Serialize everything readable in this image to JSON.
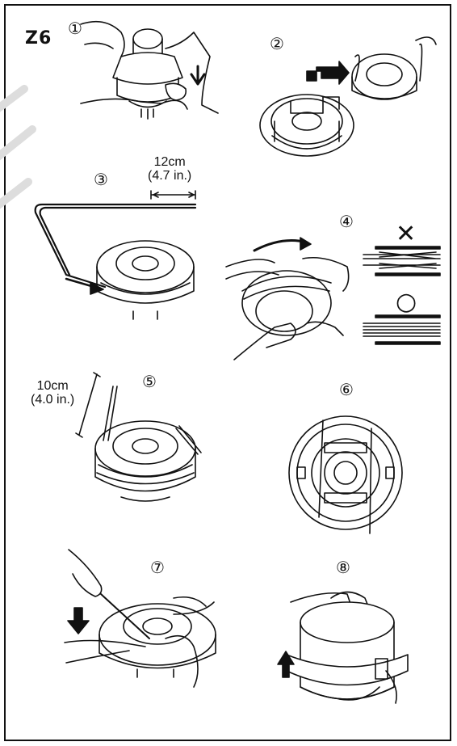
{
  "section_label": "Z6",
  "step_numbers": [
    "①",
    "②",
    "③",
    "④",
    "⑤",
    "⑥",
    "⑦",
    "⑧"
  ],
  "measure_12": {
    "value": "12cm",
    "imperial": "(4.7 in.)"
  },
  "measure_10": {
    "value": "10cm",
    "imperial": "(4.0 in.)"
  },
  "marks": {
    "wrong": "✕",
    "right": "○"
  },
  "colors": {
    "ink": "#111111",
    "paper": "#ffffff"
  }
}
